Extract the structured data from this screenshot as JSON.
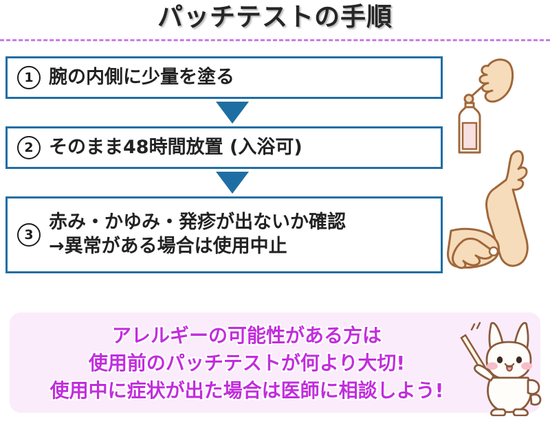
{
  "header": {
    "title": "パッチテストの手順",
    "divider_color": "#cc7ae8"
  },
  "theme": {
    "box_border": "#1f6ea3",
    "arrow_color": "#1f6ea3",
    "banner_bg": "#faecfb",
    "banner_text_color": "#c22ddd",
    "title_color": "#262626",
    "skin_fill": "#f6dcbb",
    "skin_stroke": "#a0673a",
    "bottle_liquid": "#f8dfe0",
    "rabbit_fill": "#fffdfa",
    "rabbit_stroke": "#8a5a3c",
    "rabbit_cheek": "#f8bcc8"
  },
  "steps": [
    {
      "number": "①",
      "number_plain": "1",
      "text": "腕の内側に少量を塗る"
    },
    {
      "number": "②",
      "number_plain": "2",
      "text": "そのまま48時間放置 (入浴可)"
    },
    {
      "number": "③",
      "number_plain": "3",
      "text": "赤み・かゆみ・発疹が出ないか確認\n→異常がある場合は使用中止"
    }
  ],
  "arrows": [
    {
      "direction": "down"
    },
    {
      "direction": "down"
    }
  ],
  "banner": {
    "lines": [
      "アレルギーの可能性がある方は",
      "使用前のパッチテストが何より大切!",
      "使用中に症状が出た場合は医師に相談しよう!"
    ],
    "text": "アレルギーの可能性がある方は\n使用前のパッチテストが何より大切!\n使用中に症状が出た場合は医師に相談しよう!"
  },
  "illustrations": [
    {
      "name": "hand-with-dropper-and-bottle",
      "description": "手がスポイトを持ちボトルの上にある"
    },
    {
      "name": "arm-with-applying-hand",
      "description": "腕の内側に塗っている手"
    },
    {
      "name": "rabbit-with-pointer",
      "description": "指し棒を持ったうさぎのキャラクター"
    }
  ]
}
